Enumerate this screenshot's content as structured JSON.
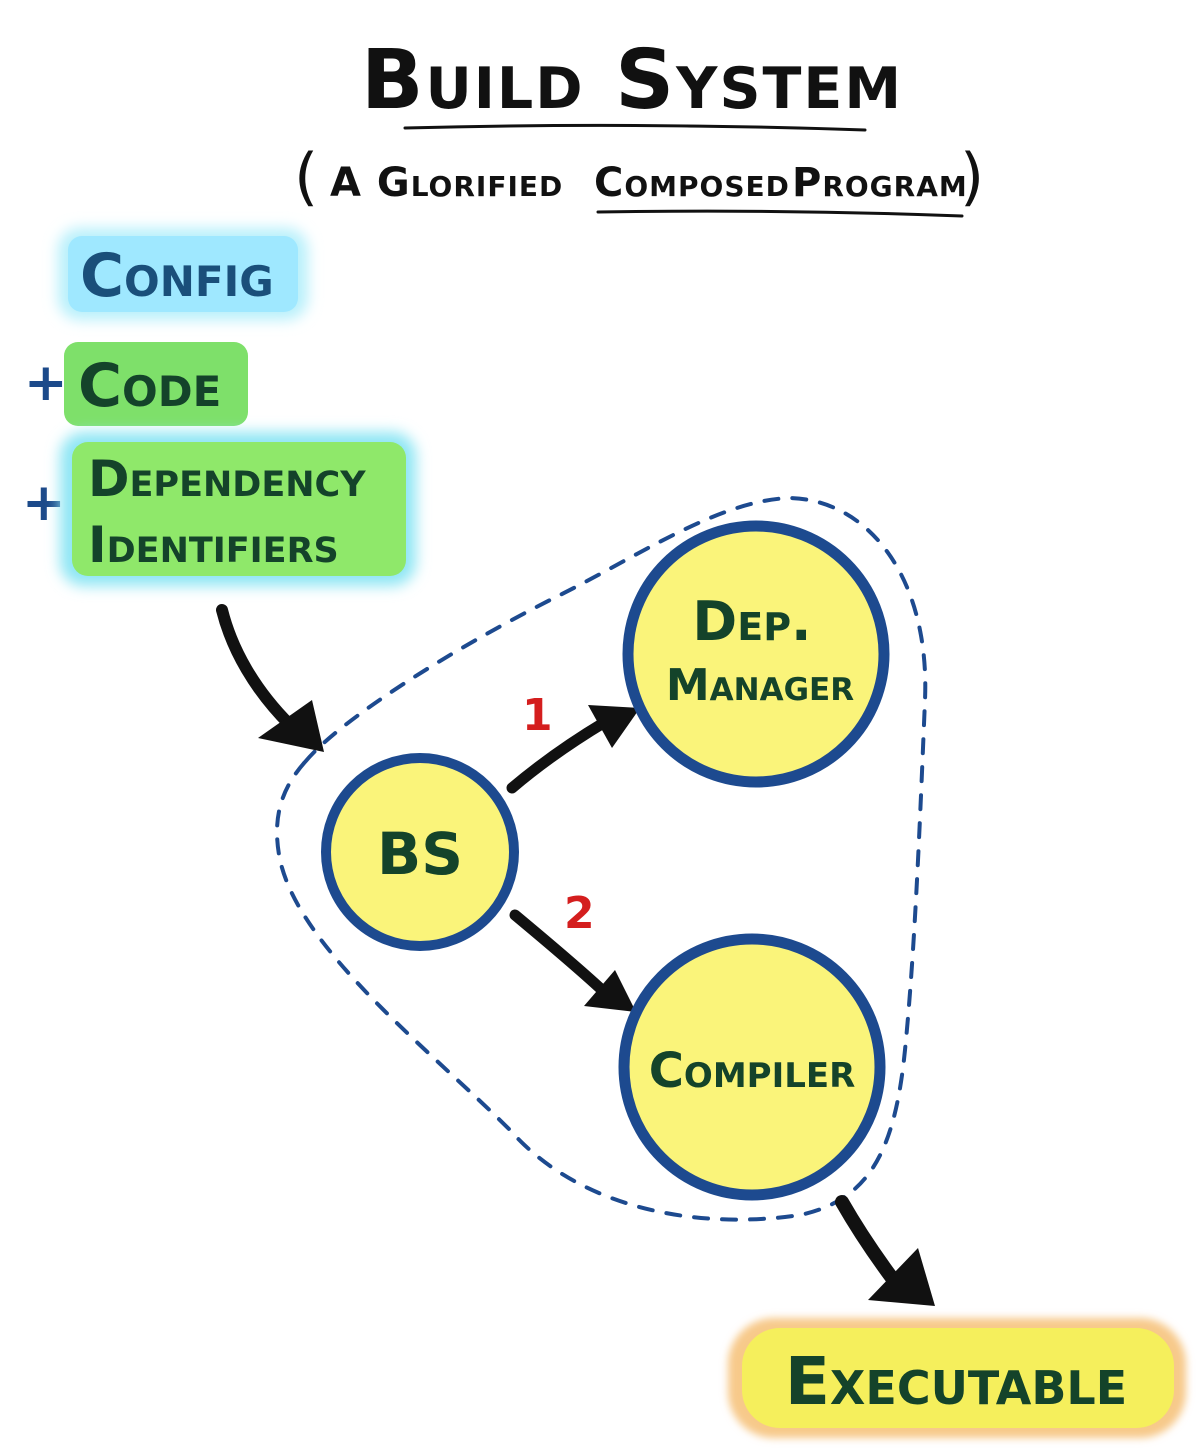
{
  "title": "Build System",
  "subtitle": {
    "prefix": "A Glorified",
    "emphasis": "Composed",
    "suffix": "Program"
  },
  "inputs": {
    "config": "Config",
    "code": "Code",
    "deps_line1": "Dependency",
    "deps_line2": "Identifiers",
    "plus": "+"
  },
  "nodes": {
    "bs": "BS",
    "dep_line1": "Dep.",
    "dep_line2": "Manager",
    "compiler": "Compiler"
  },
  "steps": {
    "first": "1",
    "second": "2"
  },
  "output": "Executable",
  "colors": {
    "config_highlight": "#9fe8ff",
    "config_glow": "#b8f0fb",
    "code_highlight": "#7ee06a",
    "deps_highlight": "#8fe86a",
    "deps_glow": "#8fe6f4",
    "node_fill": "#faf47a",
    "node_stroke": "#1d4a8f",
    "dashed_boundary": "#1d4a8f",
    "arrow": "#111111",
    "step_number": "#d41e1e",
    "output_fill": "#f5ef5c",
    "output_glow": "#f7c98a"
  }
}
